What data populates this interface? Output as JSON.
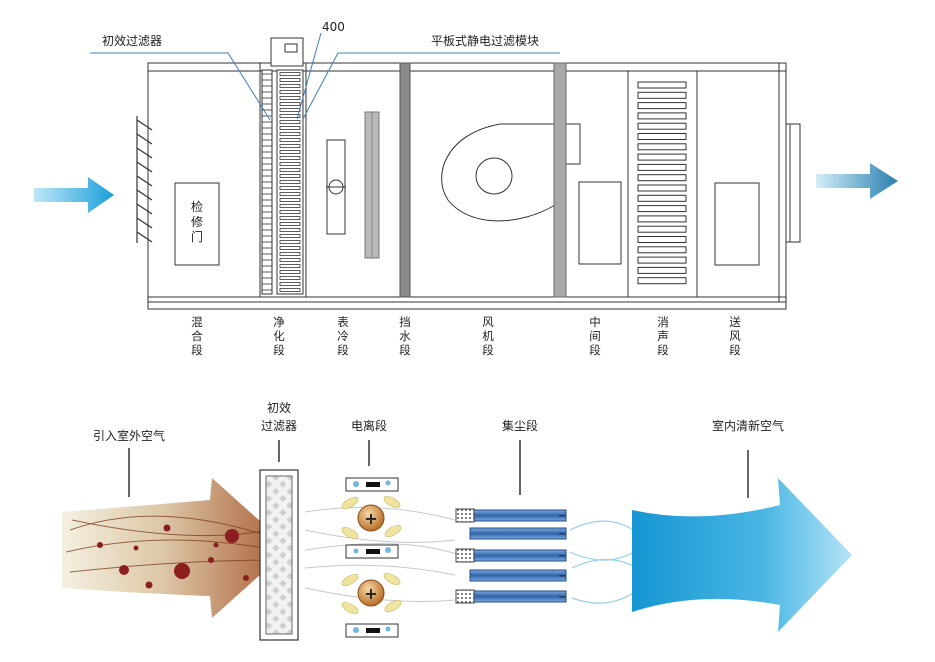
{
  "top": {
    "label_primary_filter": "初效过滤器",
    "label_dimension": "400",
    "label_esp_module": "平板式静电过滤模块",
    "label_access_door": "检修门",
    "sections": [
      "混合段",
      "净化段",
      "表冷段",
      "挡水段",
      "风机段",
      "中间段",
      "消声段",
      "送风段"
    ]
  },
  "bottom": {
    "label_outdoor_air": "引入室外空气",
    "label_primary_filter": "初效过滤器",
    "label_ionization": "电离段",
    "label_collection": "集尘段",
    "label_clean_air": "室内清新空气",
    "ion_symbol": "+",
    "plate_symbol": "−"
  },
  "colors": {
    "flow_arrow": "#29a3d6",
    "dirty_air_start": "#f3eedd",
    "dirty_air_end": "#b0623b",
    "particle": "#8b1e1e",
    "ion_ball": "#c47a2c",
    "collector_plate": "#3a6fb5",
    "clean_air_start": "#bfe6f7",
    "clean_air_end": "#1a9fd9"
  }
}
